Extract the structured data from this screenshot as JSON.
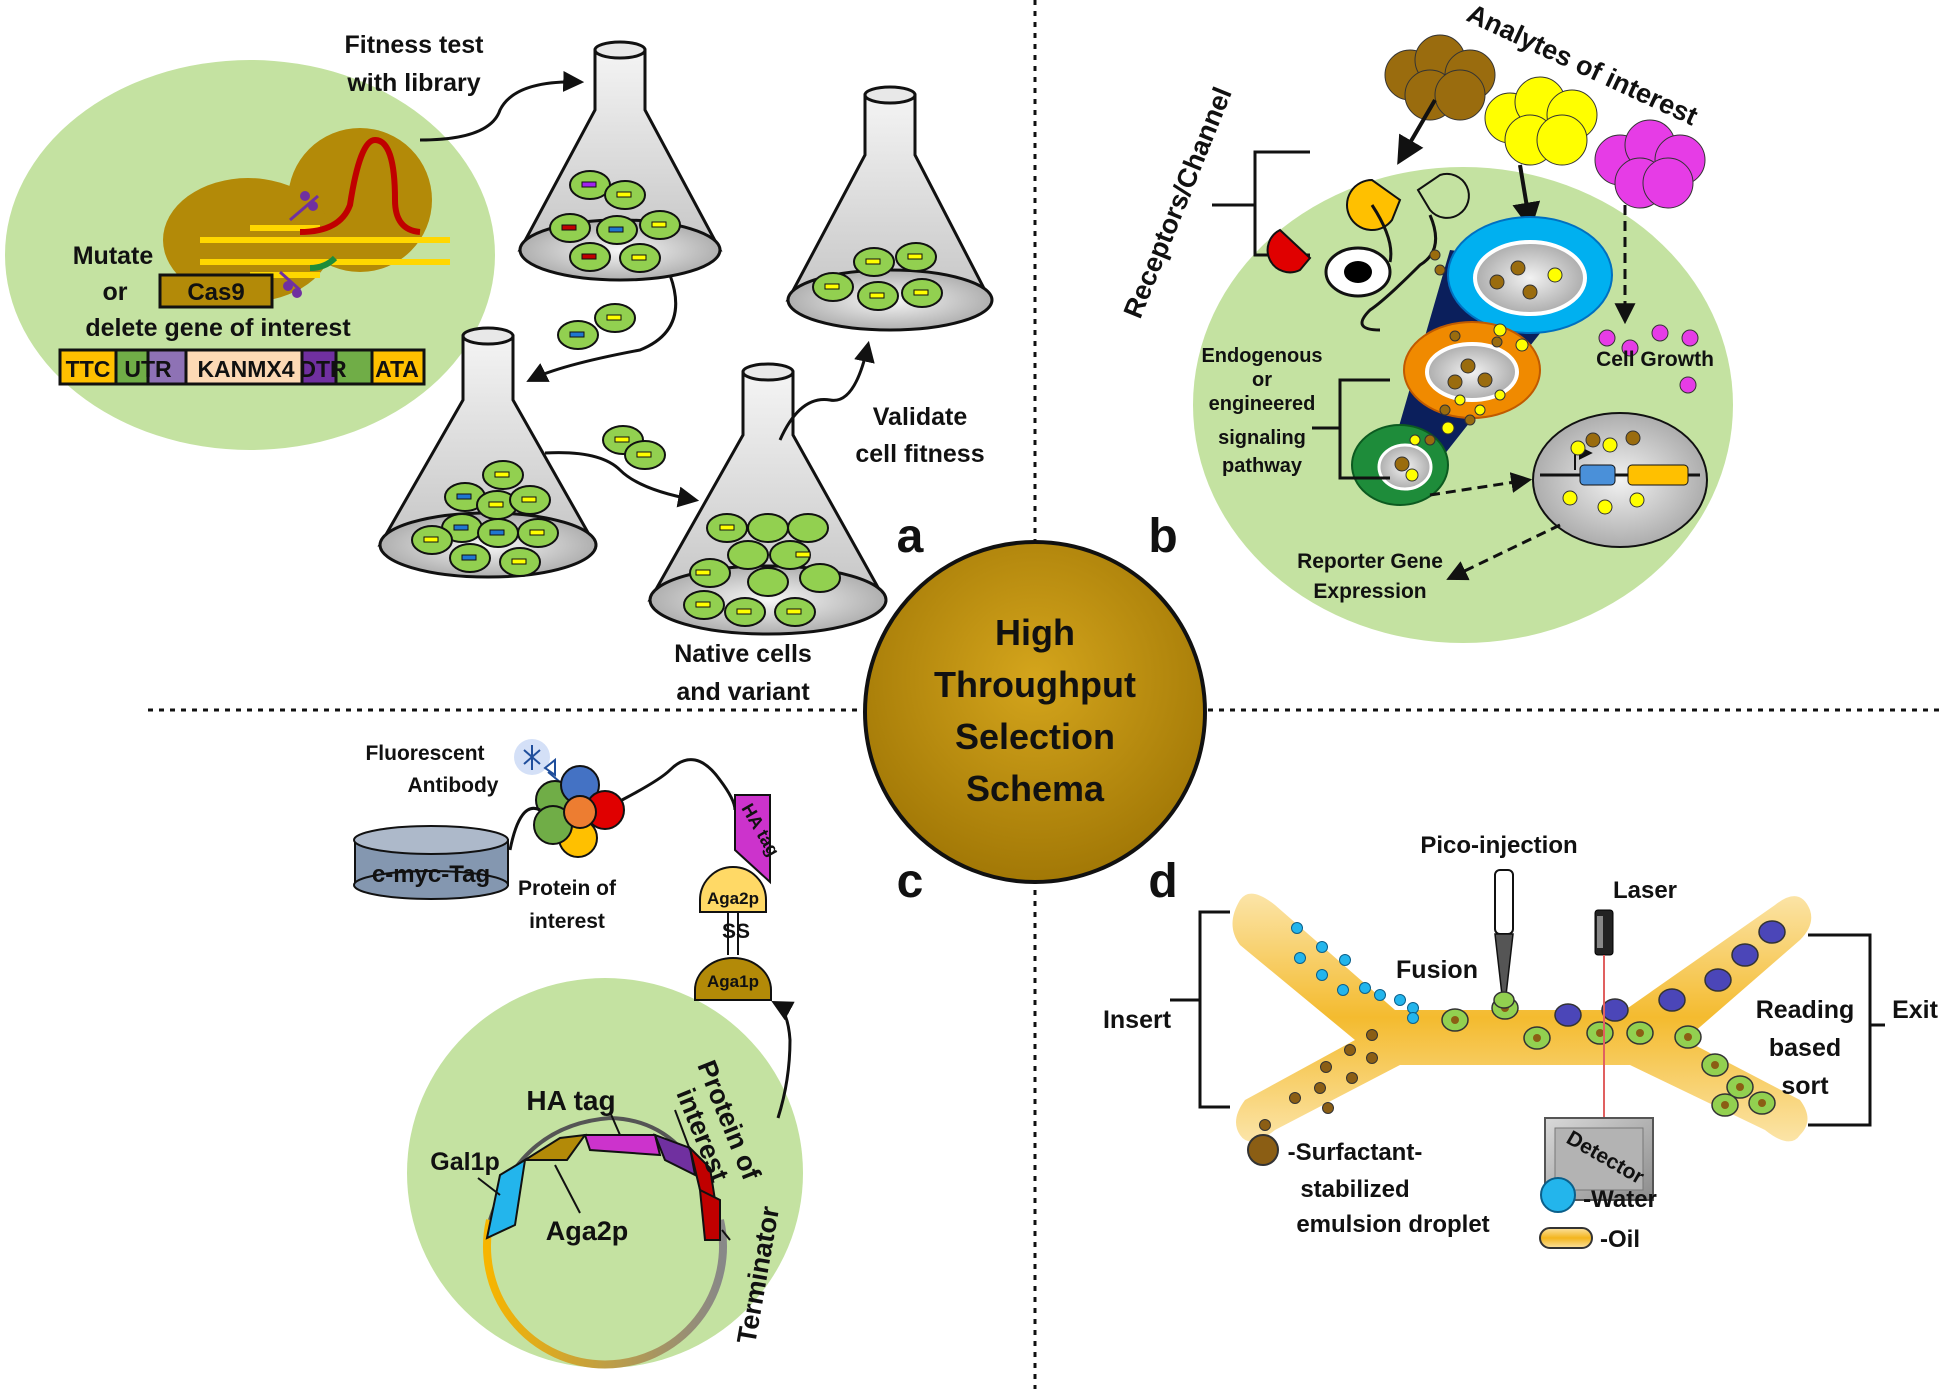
{
  "center": {
    "line1": "High",
    "line2": "Throughput",
    "line3": "Selection",
    "line4": "Schema"
  },
  "panel_letters": {
    "a": "a",
    "b": "b",
    "c": "c",
    "d": "d"
  },
  "panel_a": {
    "fitness_line1": "Fitness test",
    "fitness_line2": "with library",
    "mutate": "Mutate",
    "or": "or",
    "delete": "delete gene of interest",
    "cas9": "Cas9",
    "genes": [
      "TTC",
      "UTR",
      "KANMX4",
      "DTR",
      "ATA"
    ],
    "validate_line1": "Validate",
    "validate_line2": "cell fitness",
    "native_line1": "Native cells",
    "native_line2": "and variant"
  },
  "panel_b": {
    "analytes": "Analytes of interest",
    "receptors": "Receptors/Channel",
    "endogenous": [
      "Endogenous",
      "or",
      "engineered",
      "signaling",
      "pathway"
    ],
    "cell_growth": "Cell Growth",
    "reporter_line1": "Reporter Gene",
    "reporter_line2": "Expression"
  },
  "panel_c": {
    "fluorescent_line1": "Fluorescent",
    "fluorescent_line2": "Antibody",
    "cmyc": "c-myc-Tag",
    "protein_line1": "Protein of",
    "protein_line2": "interest",
    "ha_tag_small": "HA tag",
    "aga2p_small": "Aga2p",
    "ss": "SS",
    "aga1p": "Aga1p",
    "ha_tag": "HA tag",
    "gal1p": "Gal1p",
    "aga2p": "Aga2p",
    "poi_line1": "Protein of",
    "poi_line2": "interest",
    "terminator": "Terminator"
  },
  "panel_d": {
    "pico": "Pico-injection",
    "laser": "Laser",
    "fusion": "Fusion",
    "insert": "Insert",
    "reading_line1": "Reading",
    "reading_line2": "based",
    "reading_line3": "sort",
    "exit": "Exit",
    "detector": "Detector",
    "legend_surf_line1": "-Surfactant-",
    "legend_surf_line2": "stabilized",
    "legend_surf_line3": "emulsion droplet",
    "legend_water": "-Water",
    "legend_oil": "-Oil"
  },
  "colors": {
    "cell_bg": "#c4e2a1",
    "center_gold": "#b38a08",
    "cas9_brown": "#b38a08",
    "cell_green": "#92d050",
    "analyte_brown": "#9a6c0e",
    "analyte_yellow": "#ffff00",
    "analyte_magenta": "#e63ce6",
    "funnel_blue": "#00b0f0",
    "funnel_navy": "#0b1f5c",
    "oil_yellow": "#f7c12c",
    "water_blue": "#23b5ec"
  }
}
